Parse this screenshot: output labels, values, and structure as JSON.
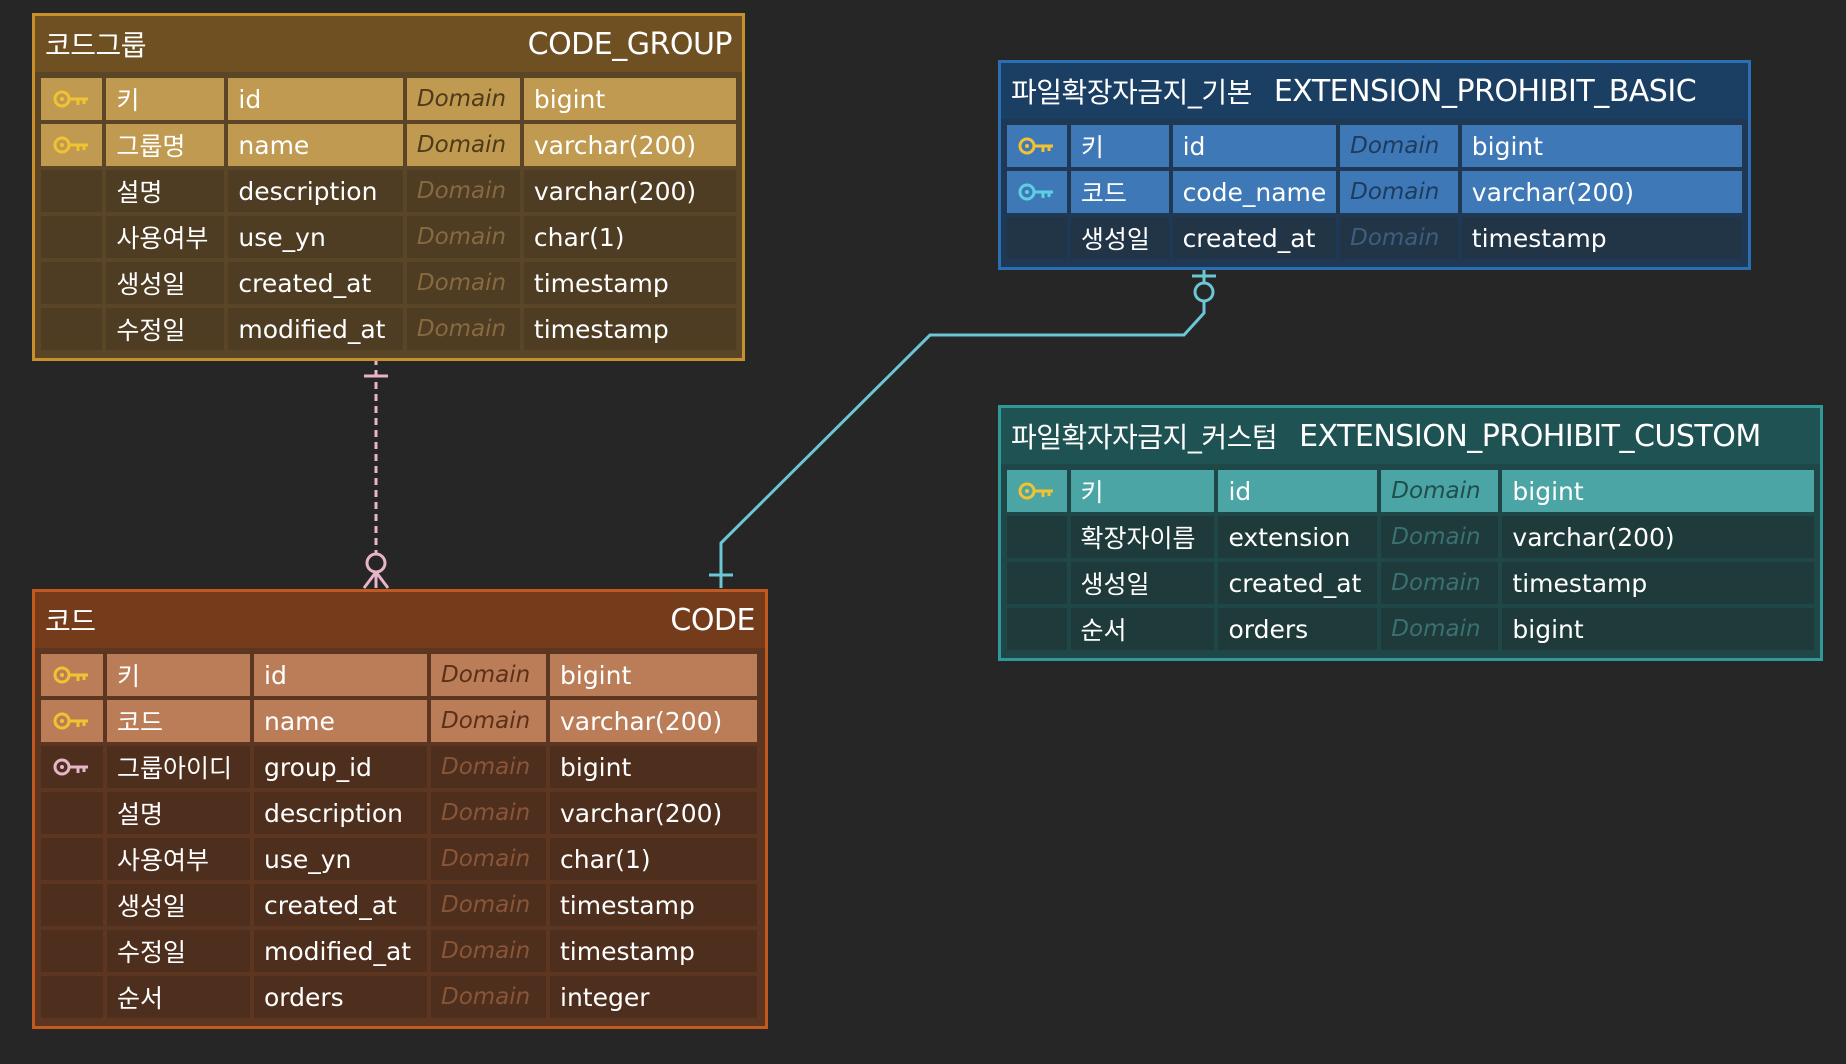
{
  "labels": {
    "domain": "Domain"
  },
  "colors": {
    "background": "#262626",
    "pk_key_icon": "#f1c232",
    "fk_key_icon": "#e8b4c8",
    "pfk_key_icon": "#5cd0e0",
    "relation_code_group": "#e8b4c8",
    "relation_extension": "#6cc6d6"
  },
  "tables": {
    "code_group": {
      "logical_name": "코드그룹",
      "physical_name": "CODE_GROUP",
      "columns": [
        {
          "key": "pk",
          "logical": "키",
          "physical": "id",
          "domain": "Domain",
          "type": "bigint"
        },
        {
          "key": "pk",
          "logical": "그룹명",
          "physical": "name",
          "domain": "Domain",
          "type": "varchar(200)"
        },
        {
          "key": "",
          "logical": "설명",
          "physical": "description",
          "domain": "Domain",
          "type": "varchar(200)"
        },
        {
          "key": "",
          "logical": "사용여부",
          "physical": "use_yn",
          "domain": "Domain",
          "type": "char(1)"
        },
        {
          "key": "",
          "logical": "생성일",
          "physical": "created_at",
          "domain": "Domain",
          "type": "timestamp"
        },
        {
          "key": "",
          "logical": "수정일",
          "physical": "modified_at",
          "domain": "Domain",
          "type": "timestamp"
        }
      ]
    },
    "code": {
      "logical_name": "코드",
      "physical_name": "CODE",
      "columns": [
        {
          "key": "pk",
          "logical": "키",
          "physical": "id",
          "domain": "Domain",
          "type": "bigint"
        },
        {
          "key": "pk",
          "logical": "코드",
          "physical": "name",
          "domain": "Domain",
          "type": "varchar(200)"
        },
        {
          "key": "fk",
          "logical": "그룹아이디",
          "physical": "group_id",
          "domain": "Domain",
          "type": "bigint"
        },
        {
          "key": "",
          "logical": "설명",
          "physical": "description",
          "domain": "Domain",
          "type": "varchar(200)"
        },
        {
          "key": "",
          "logical": "사용여부",
          "physical": "use_yn",
          "domain": "Domain",
          "type": "char(1)"
        },
        {
          "key": "",
          "logical": "생성일",
          "physical": "created_at",
          "domain": "Domain",
          "type": "timestamp"
        },
        {
          "key": "",
          "logical": "수정일",
          "physical": "modified_at",
          "domain": "Domain",
          "type": "timestamp"
        },
        {
          "key": "",
          "logical": "순서",
          "physical": "orders",
          "domain": "Domain",
          "type": "integer"
        }
      ]
    },
    "extension_prohibit_basic": {
      "logical_name": "파일확장자금지_기본",
      "physical_name": "EXTENSION_PROHIBIT_BASIC",
      "columns": [
        {
          "key": "pk",
          "logical": "키",
          "physical": "id",
          "domain": "Domain",
          "type": "bigint"
        },
        {
          "key": "pfk",
          "logical": "코드",
          "physical": "code_name",
          "domain": "Domain",
          "type": "varchar(200)"
        },
        {
          "key": "",
          "logical": "생성일",
          "physical": "created_at",
          "domain": "Domain",
          "type": "timestamp"
        }
      ]
    },
    "extension_prohibit_custom": {
      "logical_name": "파일확자자금지_커스텀",
      "physical_name": "EXTENSION_PROHIBIT_CUSTOM",
      "columns": [
        {
          "key": "pk",
          "logical": "키",
          "physical": "id",
          "domain": "Domain",
          "type": "bigint"
        },
        {
          "key": "",
          "logical": "확장자이름",
          "physical": "extension",
          "domain": "Domain",
          "type": "varchar(200)"
        },
        {
          "key": "",
          "logical": "생성일",
          "physical": "created_at",
          "domain": "Domain",
          "type": "timestamp"
        },
        {
          "key": "",
          "logical": "순서",
          "physical": "orders",
          "domain": "Domain",
          "type": "bigint"
        }
      ]
    }
  },
  "relations": [
    {
      "from": "code_group",
      "to": "code",
      "style": "dashed",
      "from_cardinality": "one",
      "to_cardinality": "zero-or-many"
    },
    {
      "from": "code",
      "to": "extension_prohibit_basic",
      "style": "solid",
      "from_cardinality": "one",
      "to_cardinality": "zero-or-one"
    }
  ]
}
